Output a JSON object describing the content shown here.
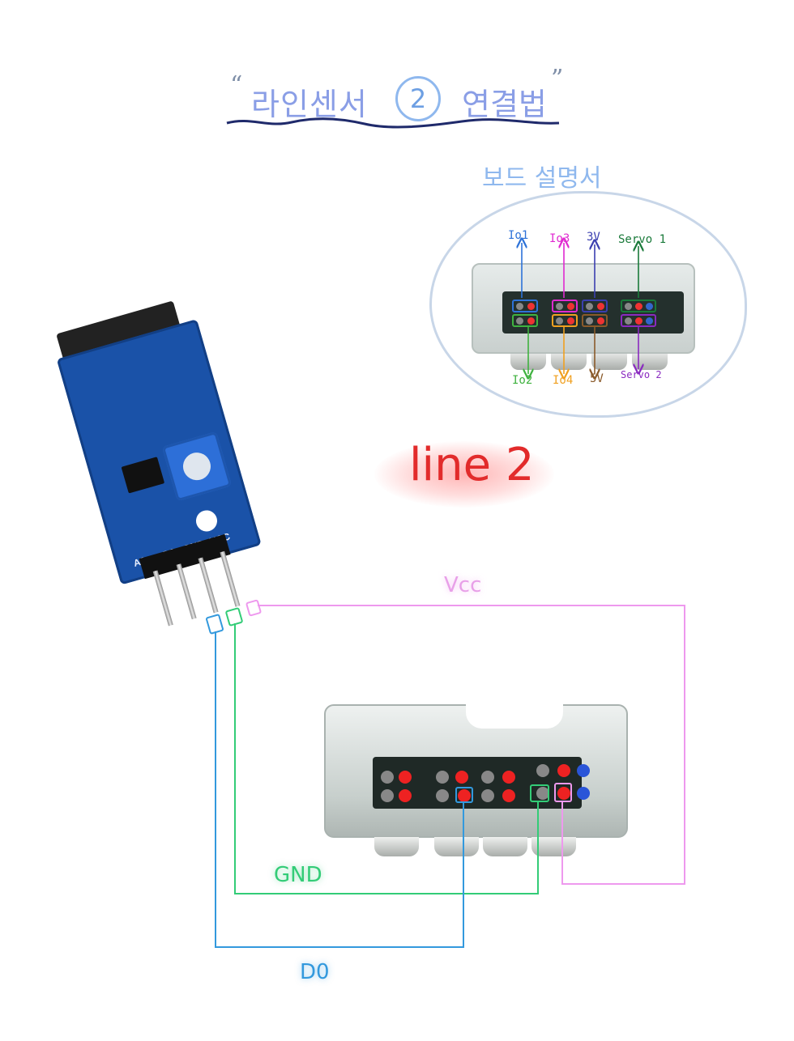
{
  "title": {
    "main": "라인센서",
    "number": "2",
    "suffix": "연결법"
  },
  "board_guide": {
    "heading": "보드 설명서",
    "labels_top": [
      "Io1",
      "Io3",
      "3V",
      "Servo 1"
    ],
    "labels_bottom": [
      "Io2",
      "Io4",
      "5V",
      "Servo 2"
    ]
  },
  "line_label": "line 2",
  "sensor": {
    "pin_labels": [
      "A0",
      "D0",
      "GND",
      "VCC"
    ]
  },
  "wires": {
    "vcc": "Vcc",
    "gnd": "GND",
    "d0": "D0"
  },
  "colors": {
    "title": "#8a9ee6",
    "io1": "#2d72d8",
    "io3": "#e02ad0",
    "v3": "#3b3fb0",
    "servo1": "#1a7a3a",
    "io2": "#3fb23f",
    "io4": "#f0a020",
    "v5": "#8a5a2a",
    "servo2": "#8a2ac0",
    "vcc_wire": "#ee99ee",
    "gnd_wire": "#33cc77",
    "d0_wire": "#3399dd",
    "line2": "#e22b2b"
  }
}
